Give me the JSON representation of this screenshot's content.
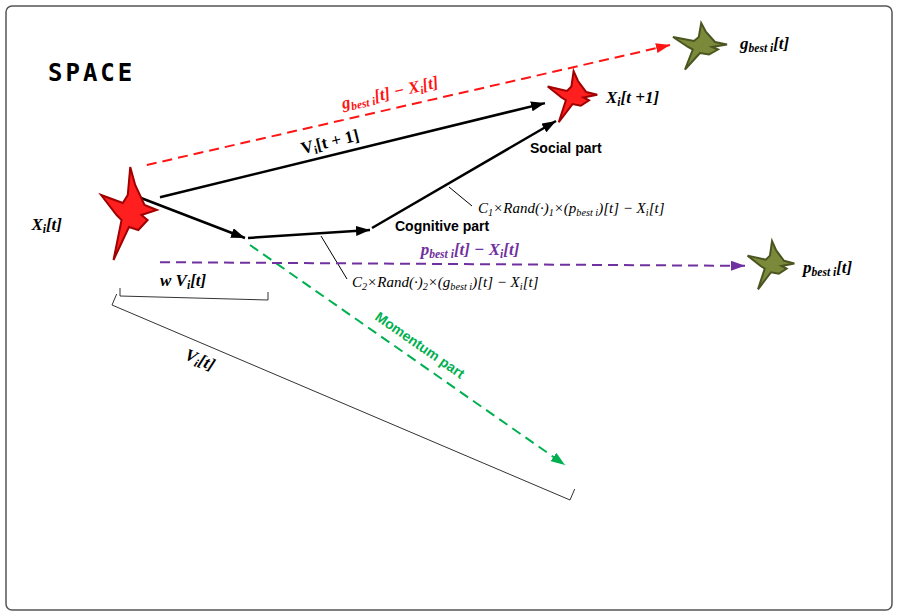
{
  "diagram": {
    "title": "SPACE",
    "nodes": [
      {
        "text": [
          "Xi[t]"
        ]
      },
      {
        "text": [
          "Xi[t +1]"
        ]
      },
      {
        "text": [
          "gbest i[t]"
        ]
      },
      {
        "text": [
          "pbest i[t]"
        ]
      }
    ],
    "edges": [
      {
        "from": 0,
        "to": 2,
        "arrow": "to",
        "label": "gbest i[t] − Xi[t]"
      },
      {
        "from": 0,
        "to": 1,
        "arrow": "to",
        "label": "Vi[t + 1]"
      },
      {
        "from": 0,
        "to": 3,
        "arrow": "to",
        "label": "pbest i[t] − Xi[t]"
      }
    ],
    "labels": [
      "w Vi[t]",
      "Momentum part",
      "Vi[t]",
      "Cognitive part",
      "Social part",
      "C1×Rand(·)1×(pbest i)[t] − Xi[t]",
      "C2×Rand(·)2×(gbest i)[t] − Xi[t]"
    ]
  }
}
